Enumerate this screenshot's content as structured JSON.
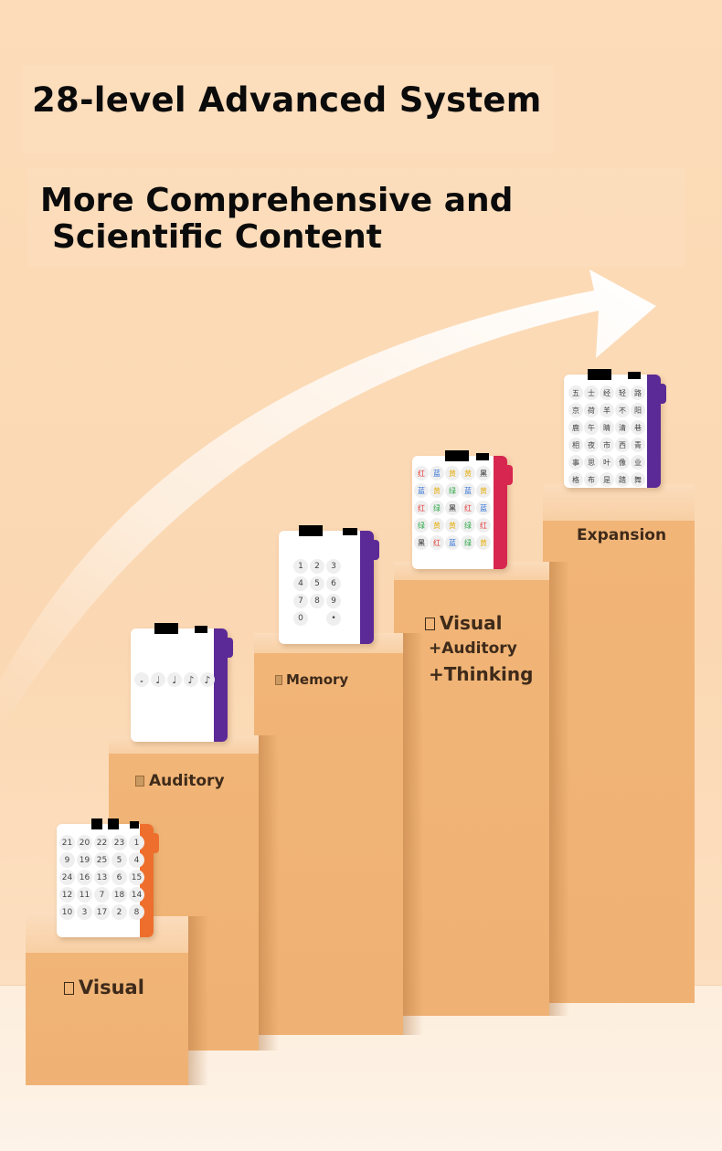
{
  "headline": "28-level Advanced System",
  "subheadline_line1": "More Comprehensive and",
  "subheadline_line2": "Scientific Content",
  "steps": [
    {
      "label": "Visual"
    },
    {
      "label": "Auditory"
    },
    {
      "label": "Memory"
    },
    {
      "label_line1": "Visual",
      "label_line2": "+Auditory",
      "label_line3": "+Thinking"
    },
    {
      "label": "Expansion"
    }
  ],
  "cards": {
    "visual": {
      "rows": [
        [
          "21",
          "20",
          "22",
          "23",
          "1"
        ],
        [
          "9",
          "19",
          "25",
          "5",
          "4"
        ],
        [
          "24",
          "16",
          "13",
          "6",
          "15"
        ],
        [
          "12",
          "11",
          "7",
          "18",
          "14"
        ],
        [
          "10",
          "3",
          "17",
          "2",
          "8"
        ]
      ]
    },
    "auditory": {
      "notes": [
        "𝅗",
        "♩",
        "♩",
        "♪",
        "♪"
      ]
    },
    "memory": {
      "rows": [
        [
          "1",
          "2",
          "3"
        ],
        [
          "4",
          "5",
          "6"
        ],
        [
          "7",
          "8",
          "9"
        ],
        [
          "0",
          "",
          "•"
        ]
      ]
    },
    "mixed": {
      "rows": [
        [
          "红",
          "蓝",
          "黄",
          "黄",
          "黑"
        ],
        [
          "蓝",
          "黄",
          "绿",
          "蓝",
          "黄"
        ],
        [
          "红",
          "绿",
          "黑",
          "红",
          "蓝"
        ],
        [
          "绿",
          "黄",
          "黄",
          "绿",
          "红"
        ],
        [
          "黑",
          "红",
          "蓝",
          "绿",
          "黄"
        ]
      ]
    },
    "expansion": {
      "rows": [
        [
          "五",
          "士",
          "经",
          "轻",
          "路"
        ],
        [
          "京",
          "荷",
          "羊",
          "不",
          "阳"
        ],
        [
          "鹿",
          "午",
          "睛",
          "清",
          "巷"
        ],
        [
          "相",
          "夜",
          "市",
          "西",
          "青"
        ],
        [
          "事",
          "思",
          "叶",
          "像",
          "业"
        ],
        [
          "格",
          "布",
          "是",
          "踏",
          "舞"
        ]
      ]
    }
  },
  "colors": {
    "background": "#fcdcb9",
    "box_front": "#f0b375",
    "box_top": "#f9d3a9",
    "tab_orange": "#ee6f2d",
    "tab_purple": "#5b2a96",
    "tab_red": "#d7264f"
  }
}
